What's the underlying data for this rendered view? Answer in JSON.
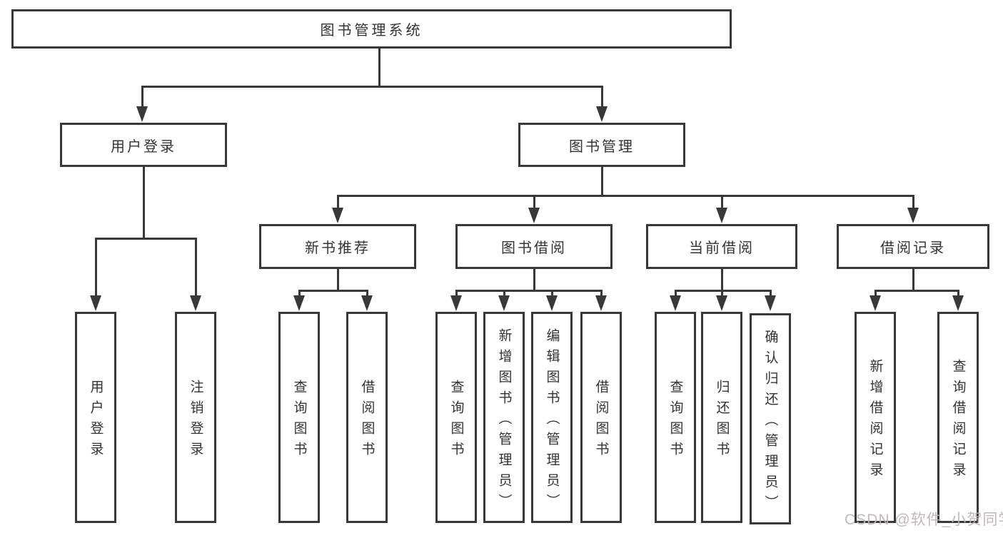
{
  "diagram": {
    "root": {
      "label": "图书管理系统",
      "children": [
        {
          "label": "用户登录",
          "children": [
            {
              "label": "用户登录"
            },
            {
              "label": "注销登录"
            }
          ]
        },
        {
          "label": "图书管理",
          "children": [
            {
              "label": "新书推荐",
              "children": [
                {
                  "label": "查询图书"
                },
                {
                  "label": "借阅图书"
                }
              ]
            },
            {
              "label": "图书借阅",
              "children": [
                {
                  "label": "查询图书"
                },
                {
                  "label": "新增图书（管理员）"
                },
                {
                  "label": "编辑图书（管理员）"
                },
                {
                  "label": "借阅图书"
                }
              ]
            },
            {
              "label": "当前借阅",
              "children": [
                {
                  "label": "查询图书"
                },
                {
                  "label": "归还图书"
                },
                {
                  "label": "确认归还（管理员）"
                }
              ]
            },
            {
              "label": "借阅记录",
              "children": [
                {
                  "label": "新增借阅记录"
                },
                {
                  "label": "查询借阅记录"
                }
              ]
            }
          ]
        }
      ]
    }
  },
  "watermark": {
    "text": "CSDN @软件_小贺同学"
  },
  "colors": {
    "line": "#383838",
    "box_border": "#383838",
    "text": "#333333",
    "background": "#ffffff",
    "watermark": "#bdb6b6"
  }
}
